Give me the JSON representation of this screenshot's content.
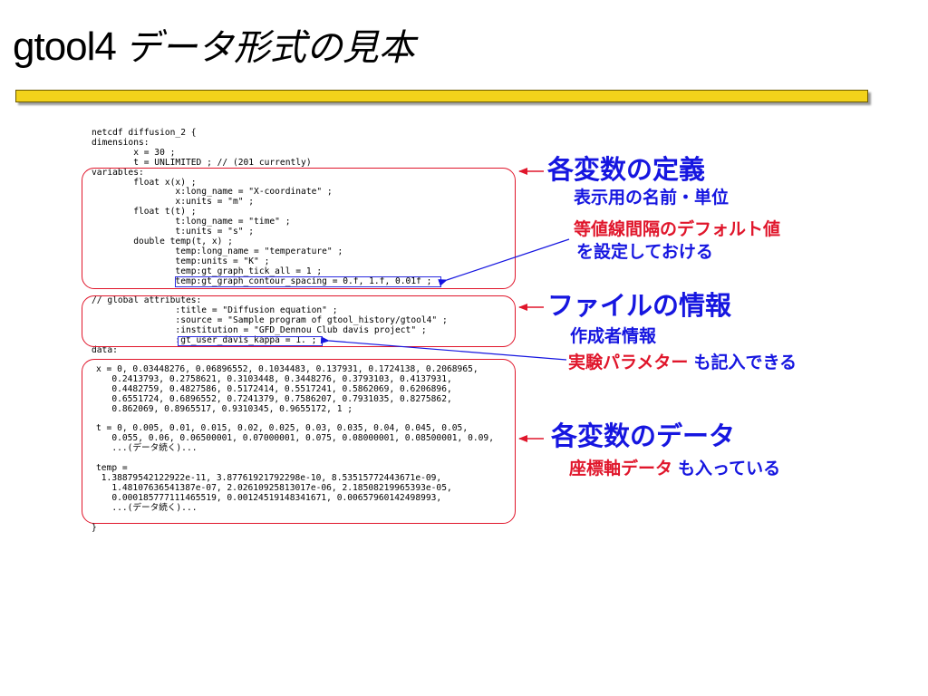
{
  "slide": {
    "title_latin": "gtool4",
    "title_jp": "データ形式の見本"
  },
  "cdl": {
    "header_lines": "netcdf diffusion_2 {\ndimensions:\n        x = 30 ;\n        t = UNLIMITED ; // (201 currently)\nvariables:\n        float x(x) ;\n                x:long_name = \"X-coordinate\" ;\n                x:units = \"m\" ;\n        float t(t) ;\n                t:long_name = \"time\" ;\n                t:units = \"s\" ;\n        double temp(t, x) ;\n                temp:long_name = \"temperature\" ;\n                temp:units = \"K\" ;\n                temp:gt_graph_tick_all = 1 ;\n                temp:gt_graph_contour_spacing = 0.f, 1.f, 0.01f ;\n\n// global attributes:\n                :title = \"Diffusion equation\" ;\n                :source = \"Sample program of gtool_history/gtool4\" ;\n                :institution = \"GFD_Dennou Club davis project\" ;\n                :gt_user_davis_kappa = 1. ;\ndata:",
    "data_lines": "x = 0, 0.03448276, 0.06896552, 0.1034483, 0.137931, 0.1724138, 0.2068965,\n   0.2413793, 0.2758621, 0.3103448, 0.3448276, 0.3793103, 0.4137931,\n   0.4482759, 0.4827586, 0.5172414, 0.5517241, 0.5862069, 0.6206896,\n   0.6551724, 0.6896552, 0.7241379, 0.7586207, 0.7931035, 0.8275862,\n   0.862069, 0.8965517, 0.9310345, 0.9655172, 1 ;\n\nt = 0, 0.005, 0.01, 0.015, 0.02, 0.025, 0.03, 0.035, 0.04, 0.045, 0.05,\n   0.055, 0.06, 0.06500001, 0.07000001, 0.075, 0.08000001, 0.08500001, 0.09,\n   ...(データ続く)...\n\ntemp =\n 1.38879542122922e-11, 3.87761921792298e-10, 8.53515772443671e-09,\n   1.48107636541387e-07, 2.02610925813017e-06, 2.18508219965393e-05,\n   0.000185777111465519, 0.00124519148341671, 0.00657960142498993,\n   ...(データ続く)...",
    "closing_brace": "}"
  },
  "annotations": {
    "variables_heading": "各変数の定義",
    "variables_note_1": "表示用の名前・単位",
    "variables_note_2a": "等値線間隔のデフォルト値",
    "variables_note_2b": "を設定しておける",
    "file_heading": "ファイルの情報",
    "file_note_1": "作成者情報",
    "file_note_2_red": "実験パラメター",
    "file_note_2_blue": "も記入できる",
    "data_heading": "各変数のデータ",
    "data_note_red": "座標軸データ",
    "data_note_blue": "も入っている"
  },
  "colors": {
    "accent_red": "#e0162b",
    "accent_blue": "#1616e0",
    "title_bar": "#f2d21b"
  }
}
